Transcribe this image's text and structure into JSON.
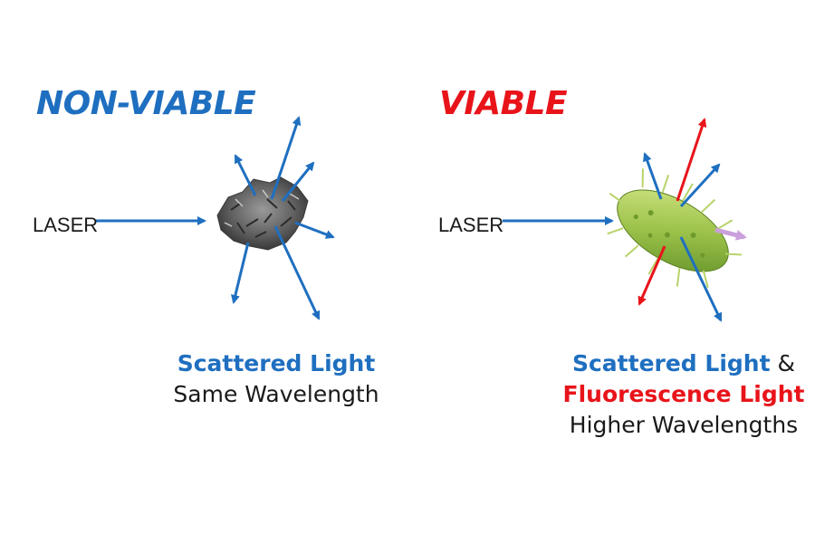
{
  "non_viable": {
    "title": "NON-VIABLE",
    "laser_label": "LASER",
    "caption_line1": "Scattered Light",
    "caption_line2": "Same Wavelength"
  },
  "viable": {
    "title": "VIABLE",
    "laser_label": "LASER",
    "caption_line1": "Scattered Light",
    "caption_amp": " &",
    "caption_line2": "Fluorescence Light",
    "caption_line3": "Higher Wavelengths"
  },
  "colors": {
    "blue": "#1f6fc0",
    "red": "#e8141a",
    "violet": "#c9a0dc",
    "particle_gray": "#6b6b6b",
    "microbe_green": "#9cc24a"
  }
}
